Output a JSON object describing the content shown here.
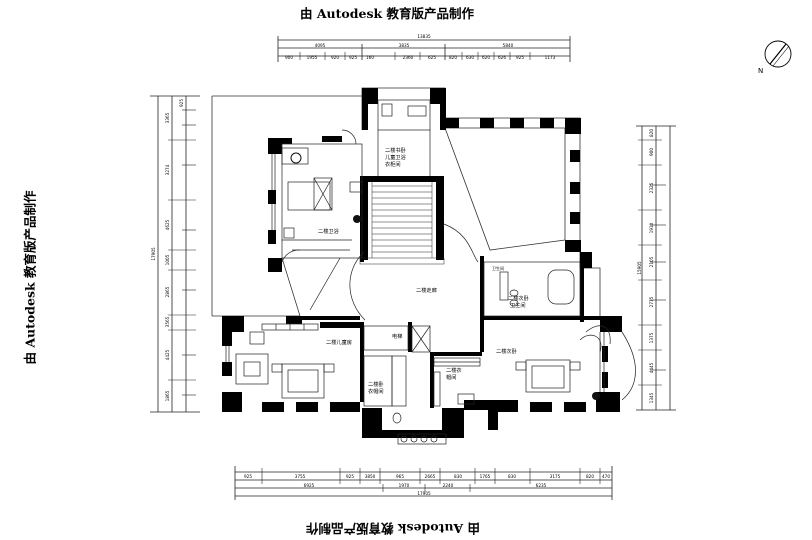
{
  "watermark": {
    "text": "由 Autodesk 教育版产品制作"
  },
  "north": {
    "label": "N"
  },
  "dimensions": {
    "top_total": "13835",
    "top_row1": [
      "4095",
      "3835",
      "5840"
    ],
    "top_row2": [
      "900",
      "1955",
      "920",
      "925",
      "160",
      "2360",
      "625",
      "820",
      "630",
      "620",
      "626",
      "925",
      "1173"
    ],
    "bottom_row1": [
      "925",
      "3755",
      "925",
      "3850",
      "965",
      "2665",
      "830",
      "1765",
      "830",
      "3175",
      "820",
      "470"
    ],
    "bottom_row2": [
      "6925",
      "1970",
      "2240",
      "6235"
    ],
    "bottom_total": "17905",
    "left_total": "17905",
    "left_row": [
      "3365",
      "3274",
      "4625",
      "1005",
      "2865",
      "3565",
      "925",
      "4425",
      "1865"
    ],
    "right_total": "15905",
    "right_row": [
      "820",
      "900",
      "2325",
      "1910",
      "2105",
      "2775",
      "1375",
      "4445",
      "1345"
    ]
  },
  "rooms": {
    "top_utility": "二楼书卧\n儿童卫浴\n衣柜间",
    "master_bath": "二楼卫浴",
    "hall": "二楼走廊",
    "kids_room": "二楼儿童房",
    "elevator": "电梯",
    "second_bath": "二楼次卧\n卫生间",
    "second_bedroom": "二楼次卧",
    "master_closet": "二楼卧\n衣帽间",
    "closet2": "二楼衣\n帽间",
    "small_label": "卫生间"
  },
  "colors": {
    "wall": "#000000",
    "line": "#222222",
    "paper": "#ffffff"
  }
}
